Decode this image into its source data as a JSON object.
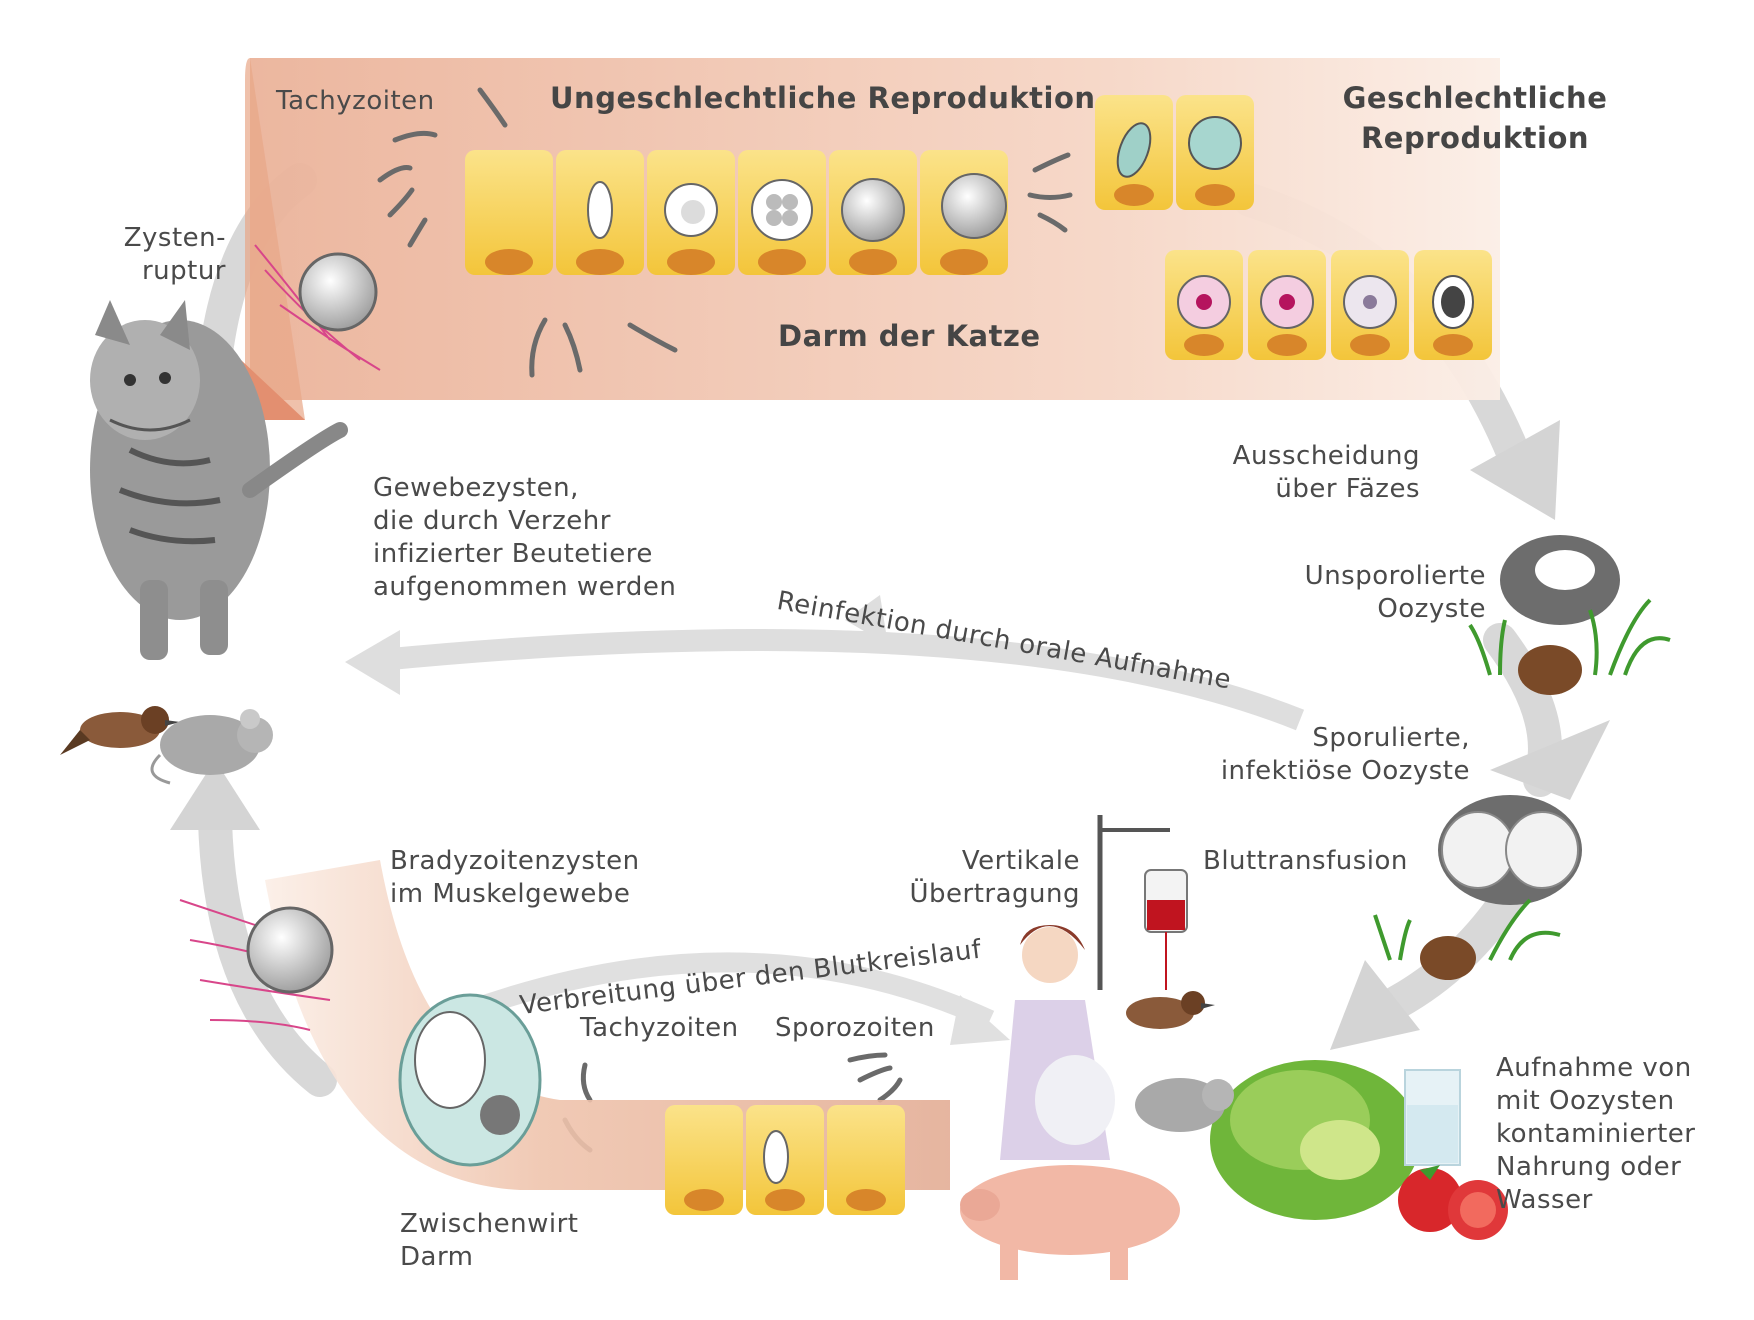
{
  "labels": {
    "tachyzoiten_top": "Tachyzoiten",
    "ungeschlechtlich": "Ungeschlechtliche Reproduktion",
    "geschlechtlich": "Geschlechtliche\nReproduktion",
    "darm_katze": "Darm der Katze",
    "zystenruptur": "Zysten-\nruptur",
    "gewebezysten": "Gewebezysten,\ndie durch Verzehr\ninfizierter Beutetiere\naufgenommen werden",
    "ausscheidung": "Ausscheidung\nüber Fäzes",
    "unsporoliert": "Unsporolierte\nOozyste",
    "reinfektion": "Reinfektion durch orale Aufnahme",
    "sporuliert": "Sporulierte,\ninfektiöse Oozyste",
    "bradyzoiten": "Bradyzoitenzysten\nim Muskelgewebe",
    "vertikale": "Vertikale\nÜbertragung",
    "bluttransfusion": "Bluttransfusion",
    "verbreitung": "Verbreitung über den Blutkreislauf",
    "tachyzoiten_bottom": "Tachyzoiten",
    "sporozoiten": "Sporozoiten",
    "aufnahme": "Aufnahme von\nmit Oozysten\nkontaminierter\nNahrung oder\nWasser",
    "zwischenwirt": "Zwischenwirt\nDarm"
  },
  "colors": {
    "band_cat": "#f0c2aa",
    "band_host": "#e8b7a0",
    "cycle_arrow": "#d6d6d6",
    "cell_fill": "#f6cf4a",
    "cell_nucleus": "#d8862a",
    "cyst_pink": "#d8468a",
    "blood": "#c0141f",
    "grass": "#3f9a2e",
    "text": "#4a4a4a"
  },
  "icons": [
    "cat-illustration",
    "sparrow-icon",
    "mouse-icon",
    "pig-icon",
    "pregnant-woman-icon",
    "iv-bag-icon",
    "lettuce-icon",
    "tomato-icon",
    "water-glass-icon",
    "feces-icon",
    "grass-icon",
    "oocyst-icon",
    "tissue-cyst-icon"
  ]
}
